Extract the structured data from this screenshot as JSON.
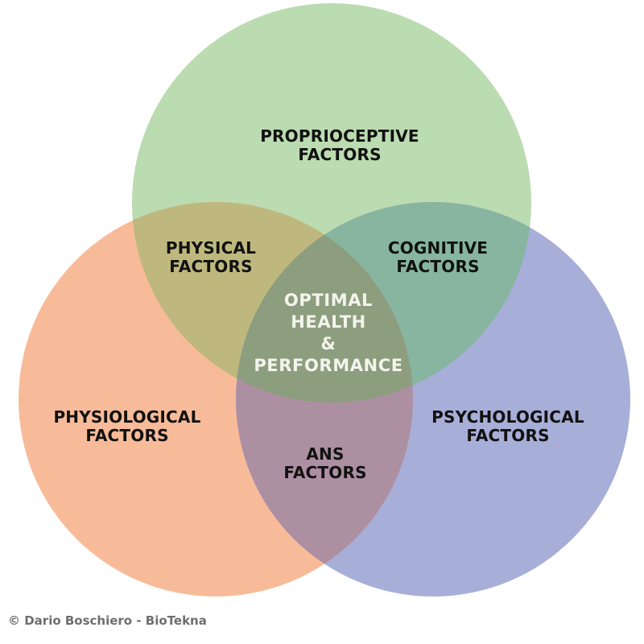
{
  "diagram": {
    "type": "venn",
    "sets": [
      {
        "id": "proprioceptive",
        "label_lines": [
          "PROPRIOCEPTIVE",
          "FACTORS"
        ],
        "color": "#BBDBB0"
      },
      {
        "id": "physiological",
        "label_lines": [
          "PHYSIOLOGICAL",
          "FACTORS"
        ],
        "color": "#F8BB99"
      },
      {
        "id": "psychological",
        "label_lines": [
          "PSYCHOLOGICAL",
          "FACTORS"
        ],
        "color": "#A7AED8"
      }
    ],
    "intersections": [
      {
        "id": "physical",
        "sets": [
          "proprioceptive",
          "physiological"
        ],
        "label_lines": [
          "PHYSICAL",
          "FACTORS"
        ],
        "color": "#BEB87F"
      },
      {
        "id": "cognitive",
        "sets": [
          "proprioceptive",
          "psychological"
        ],
        "label_lines": [
          "COGNITIVE",
          "FACTORS"
        ],
        "color": "#87B5A0"
      },
      {
        "id": "ans",
        "sets": [
          "physiological",
          "psychological"
        ],
        "label_lines": [
          "ANS",
          "FACTORS"
        ],
        "color": "#AD8FA2"
      },
      {
        "id": "center",
        "sets": [
          "proprioceptive",
          "physiological",
          "psychological"
        ],
        "label_lines": [
          "OPTIMAL",
          "HEALTH",
          "&",
          "PERFORMANCE"
        ],
        "color": "#8D9E7E"
      }
    ]
  },
  "credit": "© Dario Boschiero - BioTekna"
}
